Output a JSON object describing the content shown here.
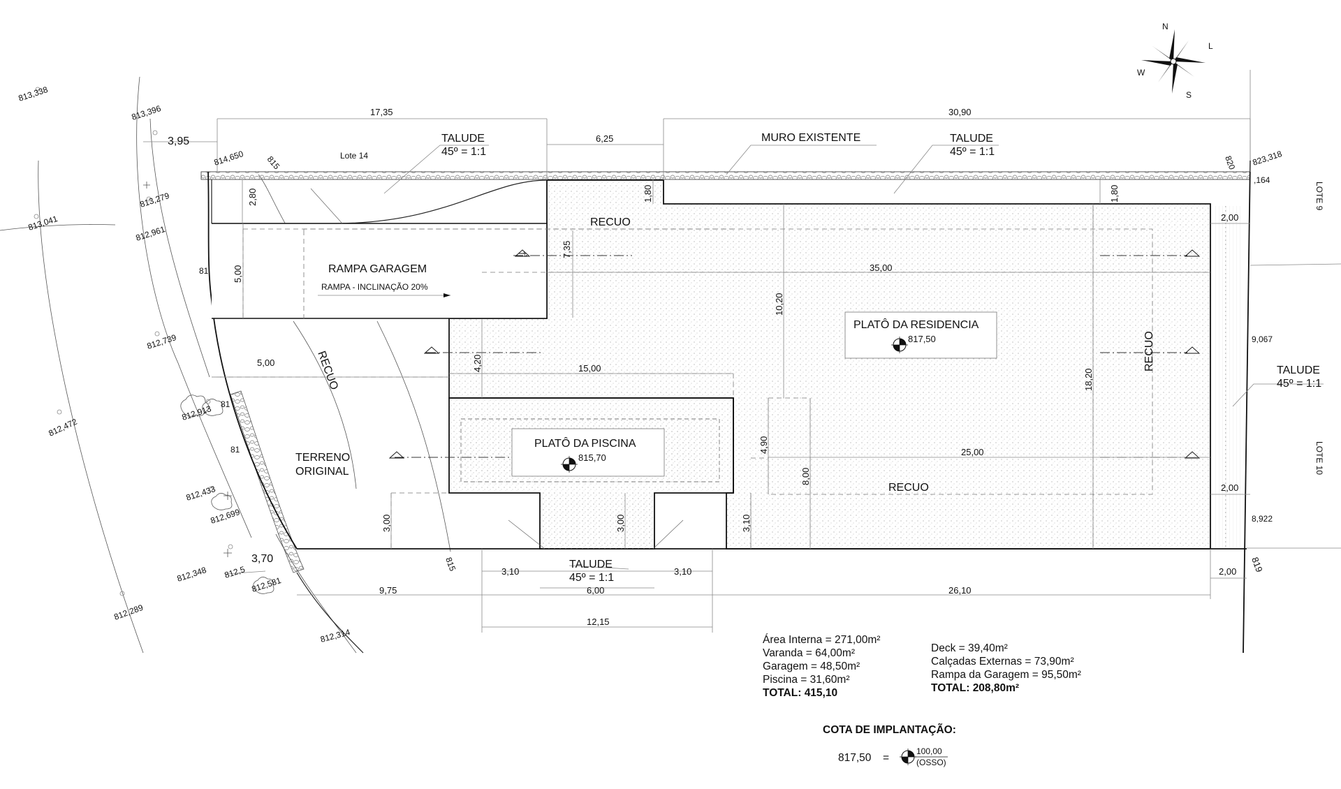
{
  "labels": {
    "lote14": "Lote 14",
    "lote9": "LOTE 9",
    "lote10": "LOTE 10",
    "muro": "MURO EXISTENTE",
    "talude": "TALUDE",
    "talude_ratio": "45º = 1:1",
    "recuo": "RECUO",
    "rampa_garagem": "RAMPA GARAGEM",
    "rampa_inclinacao": "RAMPA - INCLINAÇÃO 20%",
    "plato_residencia": "PLATÔ DA RESIDENCIA",
    "plato_residencia_cota": "817,50",
    "plato_piscina": "PLATÔ DA PISCINA",
    "plato_piscina_cota": "815,70",
    "terreno_1": "TERRENO",
    "terreno_2": "ORIGINAL"
  },
  "dimensions": {
    "d1735": "17,35",
    "d3090": "30,90",
    "d625": "6,25",
    "d395": "3,95",
    "d280": "2,80",
    "d180a": "1,80",
    "d180b": "1,80",
    "d200a": "2,00",
    "d735": "7,35",
    "d500a": "5,00",
    "d3500": "35,00",
    "d1020": "10,20",
    "d500b": "5,00",
    "d420": "4,20",
    "d1500": "15,00",
    "d1820": "18,20",
    "d490": "4,90",
    "d800": "8,00",
    "d2500": "25,00",
    "d200b": "2,00",
    "d300a": "3,00",
    "d300b": "3,00",
    "d310a": "3,10",
    "d310b": "3,10",
    "d310c": "3,10",
    "d600": "6,00",
    "d200c": "2,00",
    "d975": "9,75",
    "d2610": "26,10",
    "d1215": "12,15",
    "d370": "3,70"
  },
  "elevations": {
    "e813338": "813,338",
    "e813396": "813,396",
    "e814650": "814,650",
    "e815a": "815",
    "e813279": "813,279",
    "e813041": "813,041",
    "e812961": "812,961",
    "e81a": "81",
    "e812739": "812,739",
    "e812472": "812,472",
    "e812913": "812,913",
    "e81b": "81",
    "e81c": "81",
    "e812433": "812,433",
    "e812699": "812,699",
    "e812348": "812,348",
    "e8125": "812,5",
    "e812581": "812,581",
    "e812289": "812,289",
    "e812314": "812,314",
    "e815b": "815",
    "e823318": "823,318",
    "e164": ",164",
    "e820": "820",
    "e9067": "9,067",
    "e8922": "8,922",
    "e819": "819"
  },
  "areas": {
    "left": [
      "Área Interna = 271,00m²",
      "Varanda = 64,00m²",
      "Garagem = 48,50m²",
      "Piscina = 31,60m²"
    ],
    "left_total": "TOTAL: 415,10",
    "right": [
      "Deck = 39,40m²",
      "Calçadas Externas = 73,90m²",
      "Rampa da Garagem = 95,50m²"
    ],
    "right_total": "TOTAL: 208,80m²"
  },
  "cota": {
    "title": "COTA DE IMPLANTAÇÃO:",
    "value": "817,50",
    "equals": "=",
    "ref_top": "100,00",
    "ref_bottom": "(OSSO)"
  },
  "compass": {
    "n": "N",
    "l": "L",
    "s": "S",
    "w": "W"
  }
}
